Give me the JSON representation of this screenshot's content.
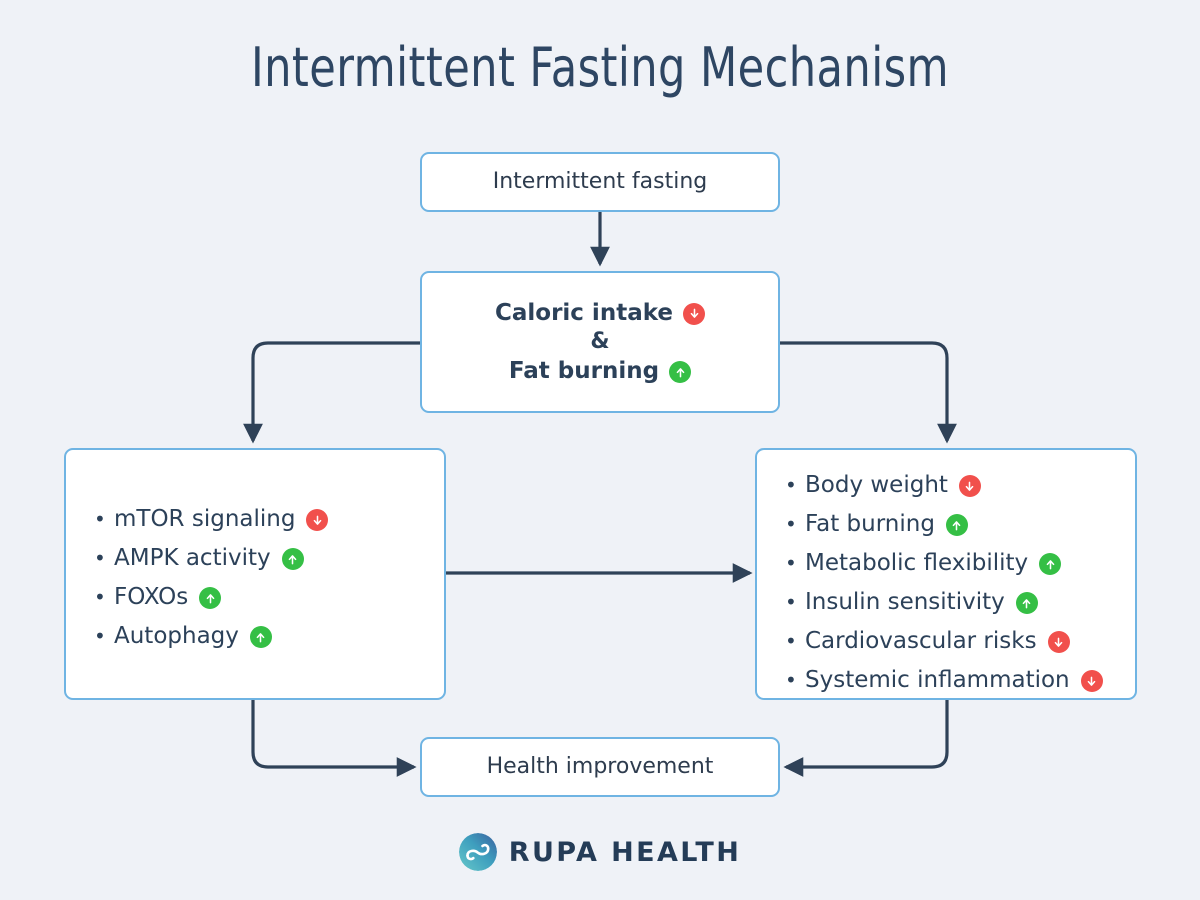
{
  "page": {
    "title": "Intermittent Fasting Mechanism",
    "background_color": "#eff2f7",
    "title_color": "#2e4663"
  },
  "colors": {
    "box_border": "#6fb4e3",
    "box_fill": "#ffffff",
    "text": "#2c4159",
    "connector": "#2f4258",
    "badge_up": "#35bf45",
    "badge_down": "#f1504c"
  },
  "nodes": {
    "fasting": {
      "label": "Intermittent fasting"
    },
    "caloric": {
      "line1_label": "Caloric intake",
      "line1_badge": "down-arrow-icon",
      "conjunction": "&",
      "line2_label": "Fat burning",
      "line2_badge": "up-arrow-icon"
    },
    "cellular": {
      "items": [
        {
          "label": "mTOR signaling",
          "direction": "down"
        },
        {
          "label": "AMPK activity",
          "direction": "up"
        },
        {
          "label": "FOXOs",
          "direction": "up"
        },
        {
          "label": "Autophagy",
          "direction": "up"
        }
      ]
    },
    "outcomes": {
      "items": [
        {
          "label": "Body weight",
          "direction": "down"
        },
        {
          "label": "Fat burning",
          "direction": "up"
        },
        {
          "label": "Metabolic flexibility",
          "direction": "up"
        },
        {
          "label": "Insulin sensitivity",
          "direction": "up"
        },
        {
          "label": "Cardiovascular risks",
          "direction": "down"
        },
        {
          "label": "Systemic inflammation",
          "direction": "down"
        }
      ]
    },
    "health": {
      "label": "Health improvement"
    }
  },
  "bullet_glyph": "•",
  "footer": {
    "brand": "RUPA HEALTH",
    "logo_icon": "rupa-health-logo-icon"
  }
}
